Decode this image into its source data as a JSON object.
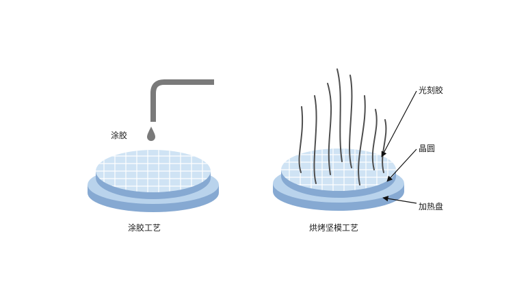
{
  "left_panel": {
    "step_label": "涂胶",
    "caption": "涂胶工艺"
  },
  "right_panel": {
    "caption": "烘烤坚模工艺",
    "callouts": [
      "光刻胶",
      "晶圆",
      "加热盘"
    ]
  },
  "colors": {
    "wafer_top": "#cfe3f4",
    "wafer_rim_light": "#b9d3ec",
    "plate_side": "#86a9d2",
    "grid": "#ffffff",
    "nozzle": "#7a7a7a",
    "vapor": "#4d4d4d",
    "leader": "#111111"
  }
}
